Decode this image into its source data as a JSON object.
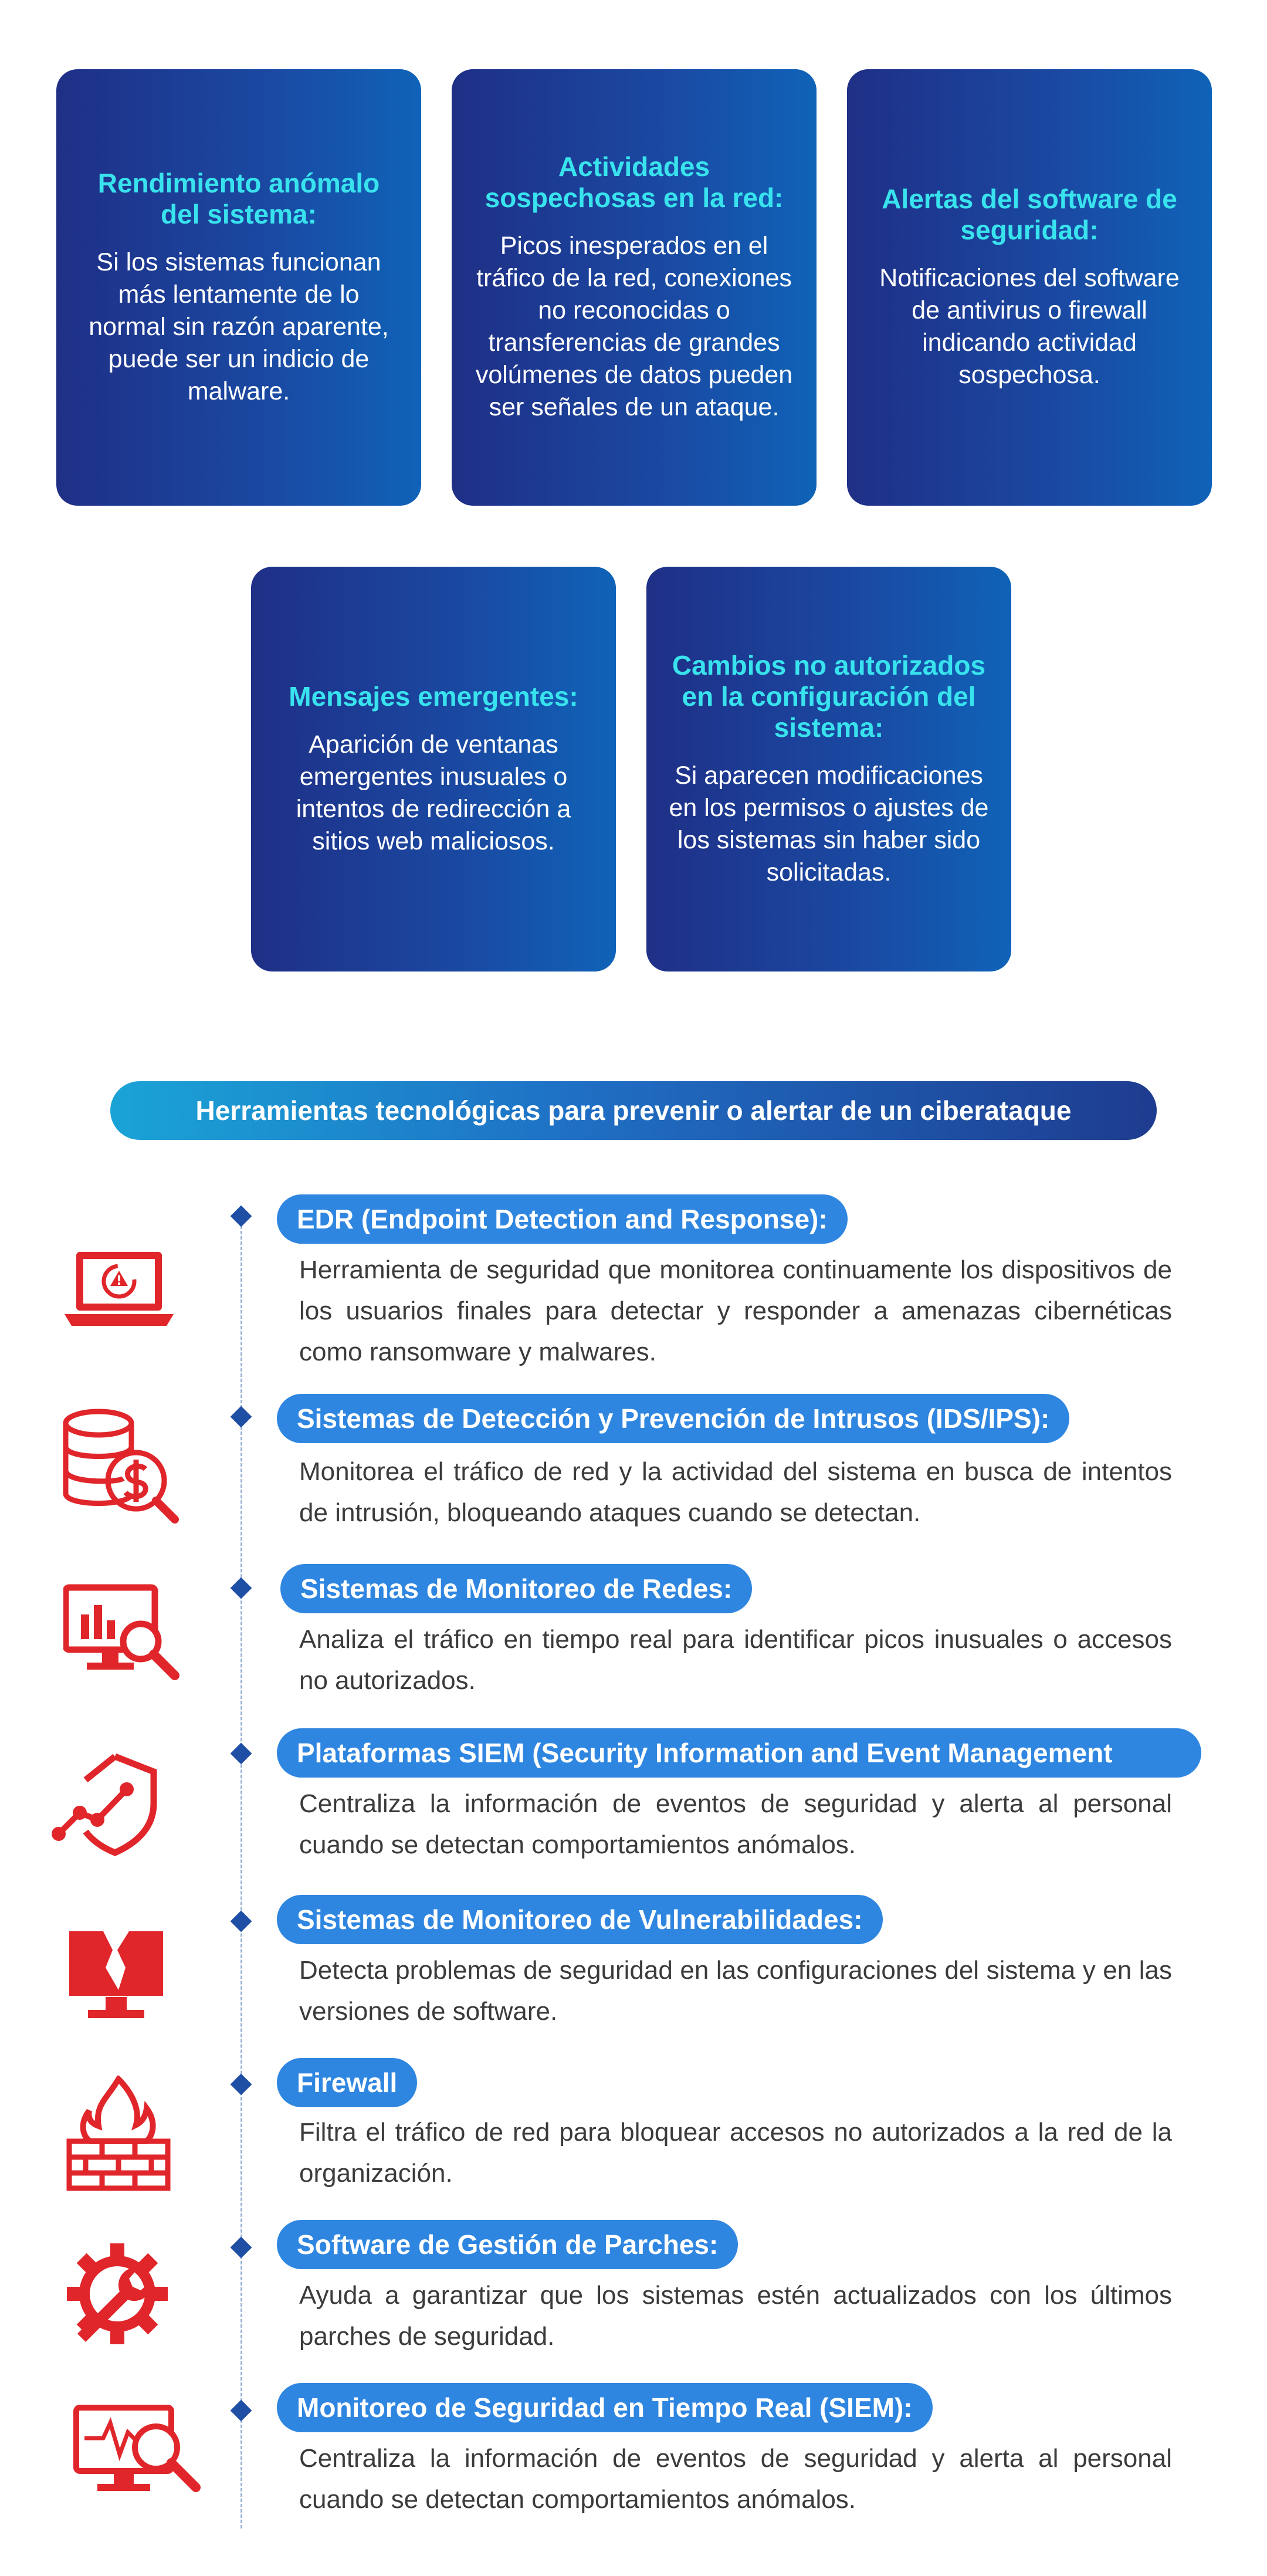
{
  "cards": [
    {
      "title": "Rendimiento anómalo del sistema:",
      "body": "Si los sistemas funcionan más lentamente de lo normal sin razón aparente, puede ser un indicio de malware."
    },
    {
      "title": "Actividades sospechosas en la red:",
      "body": "Picos inesperados en el tráfico de la red, conexiones no reconocidas o transferencias de grandes volúmenes de datos pueden ser señales de un ataque."
    },
    {
      "title": "Alertas del software de seguridad:",
      "body": "Notificaciones del software de antivirus o firewall indicando actividad sospechosa."
    },
    {
      "title": "Mensajes emergentes:",
      "body": "Aparición de ventanas emergentes inusuales o intentos de redirección a sitios web maliciosos."
    },
    {
      "title": "Cambios no autorizados en la configuración del sistema:",
      "body": "Si aparecen modificaciones en los permisos o ajustes de los sistemas sin haber sido solicitadas."
    }
  ],
  "banner": "Herramientas tecnológicas para prevenir o alertar de un ciberataque",
  "tools": [
    {
      "title": "EDR (Endpoint Detection and Response):",
      "desc": "Herramienta de seguridad que monitorea continuamente los dispositivos de los usuarios finales para detectar y responder a amenazas cibernéticas como ransomware y malwares.",
      "icon": "laptop-alert-icon"
    },
    {
      "title": "Sistemas de Detección y Prevención de Intrusos (IDS/IPS):",
      "desc": "Monitorea el tráfico de red y la actividad del sistema en busca de intentos de intrusión, bloqueando ataques cuando se detectan.",
      "icon": "database-search-icon"
    },
    {
      "title": "Sistemas de Monitoreo de Redes:",
      "desc": "Analiza el tráfico en tiempo real para identificar picos inusuales o accesos no autorizados.",
      "icon": "monitor-chart-search-icon"
    },
    {
      "title": "Plataformas SIEM (Security Information and Event Management",
      "desc": "Centraliza la información de eventos de seguridad y alerta al personal cuando se detectan comportamientos anómalos.",
      "icon": "shield-graph-icon"
    },
    {
      "title": "Sistemas de Monitoreo de Vulnerabilidades:",
      "desc": "Detecta problemas de seguridad en las configuraciones del sistema y en las versiones de software.",
      "icon": "broken-monitor-icon"
    },
    {
      "title": "Firewall",
      "desc": "Filtra el tráfico de red para bloquear accesos no autorizados a la red de la organización.",
      "icon": "firewall-icon"
    },
    {
      "title": "Software de Gestión de Parches:",
      "desc": "Ayuda a garantizar que los sistemas estén actualizados con los últimos parches de seguridad.",
      "icon": "gear-wrench-icon"
    },
    {
      "title": "Monitoreo de Seguridad en Tiempo Real (SIEM):",
      "desc": "Centraliza la información de eventos de seguridad y alerta al personal cuando se detectan comportamientos anómalos.",
      "icon": "monitor-pulse-search-icon"
    }
  ],
  "colors": {
    "card_title": "#39e3ee",
    "pill": "#2f86e0",
    "icon_red": "#e0262b",
    "diamond": "#1f4ea5"
  }
}
